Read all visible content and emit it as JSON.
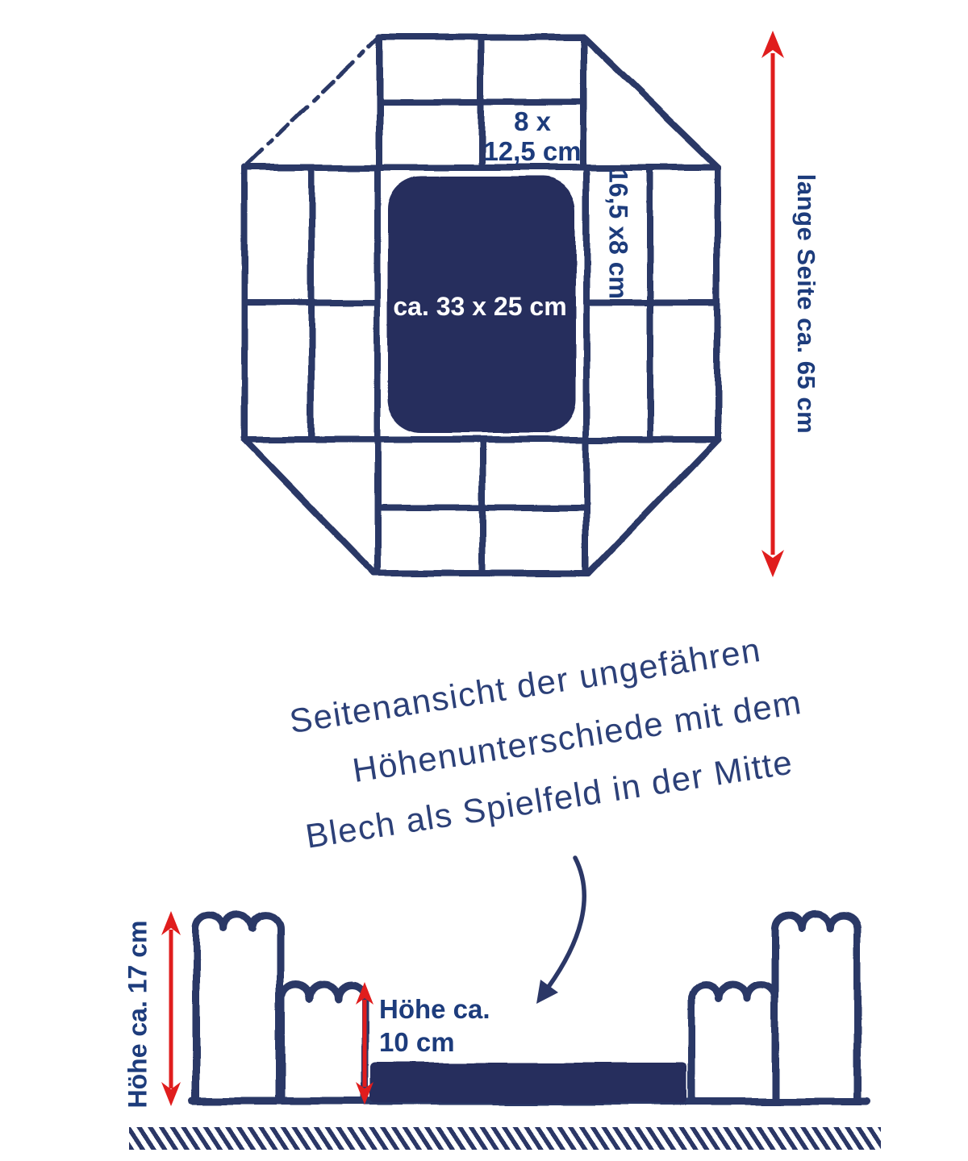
{
  "colors": {
    "ink": "#2b3766",
    "fill_navy": "#252f5d",
    "label_blue": "#1d3c7c",
    "caption_blue": "#2c4078",
    "red": "#e01d1d",
    "paper": "#ffffff"
  },
  "top_diagram": {
    "brick_label_line1": "8 x",
    "brick_label_line2": "12,5 cm",
    "side_brick_label": "16,5 x8 cm",
    "center_label": "ca. 33 x 25 cm",
    "long_side_label": "lange Seite ca. 65 cm"
  },
  "caption": {
    "line1": "Seitenansicht der ungefähren",
    "line2": "Höhenunterschiede mit dem",
    "line3": "Blech als Spielfeld in der Mitte"
  },
  "bottom_diagram": {
    "height_left_label": "Höhe ca. 17 cm",
    "height_middle_line1": "Höhe ca.",
    "height_middle_line2": "10 cm"
  },
  "icons": {
    "long_side_arrow": "double-headed-vertical-arrow",
    "height_17_arrow": "double-headed-vertical-arrow",
    "height_10_arrow": "double-headed-vertical-arrow",
    "pointer_arrow": "curved-arrow-down-left",
    "ground": "diagonal-hatch-strip"
  }
}
